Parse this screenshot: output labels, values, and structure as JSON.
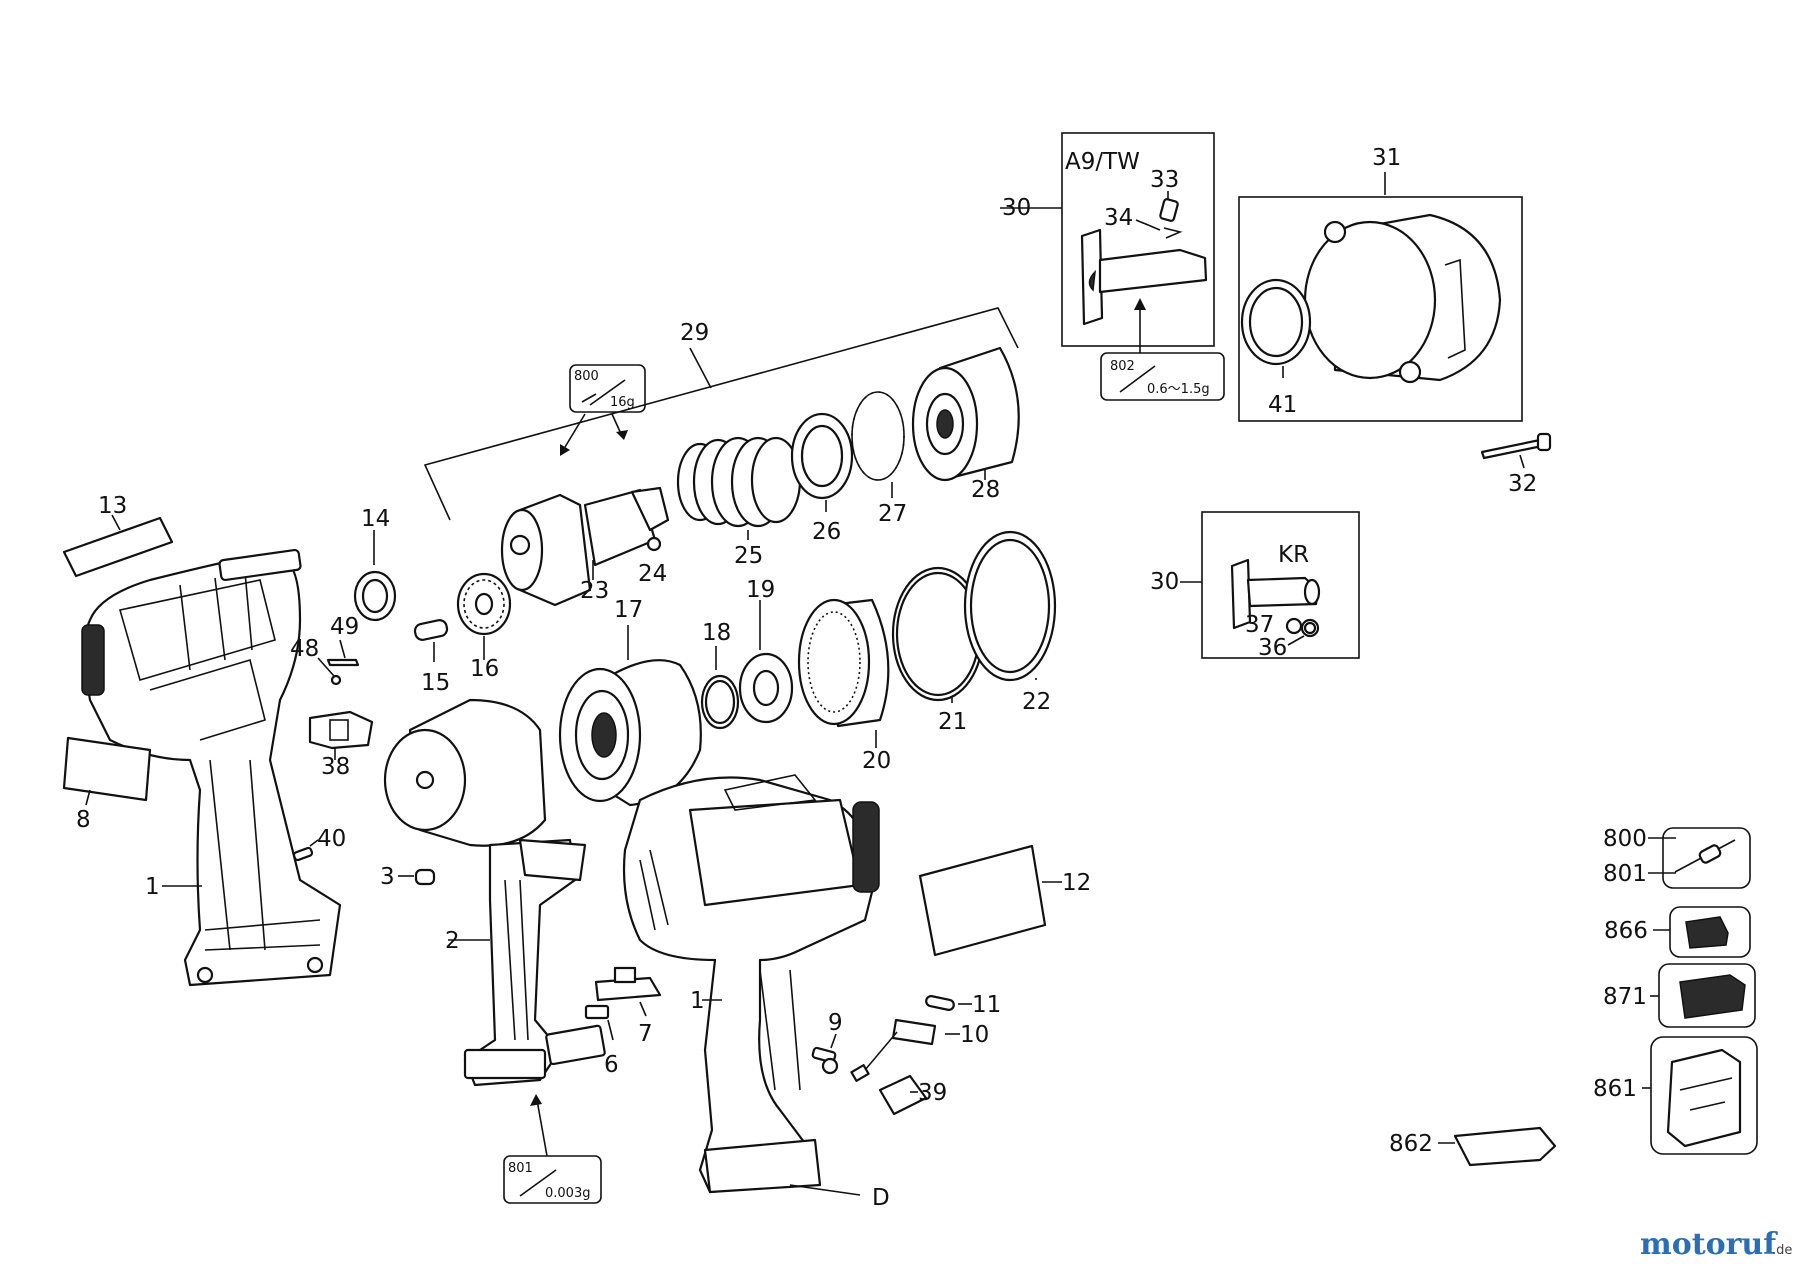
{
  "callouts": {
    "c1a": "1",
    "c1b": "1",
    "c2": "2",
    "c3": "3",
    "c6": "6",
    "c7": "7",
    "c8": "8",
    "c9": "9",
    "c10": "10",
    "c11": "11",
    "c12": "12",
    "c13": "13",
    "c14": "14",
    "c15": "15",
    "c16": "16",
    "c17": "17",
    "c18": "18",
    "c19": "19",
    "c20": "20",
    "c21": "21",
    "c22": "22",
    "c23": "23",
    "c24": "24",
    "c25": "25",
    "c26": "26",
    "c27": "27",
    "c28": "28",
    "c29": "29",
    "c30a": "30",
    "c30b": "30",
    "c31": "31",
    "c32": "32",
    "c33": "33",
    "c34": "34",
    "c36": "36",
    "c37": "37",
    "c38": "38",
    "c39": "39",
    "c40": "40",
    "c41": "41",
    "c48": "48",
    "c49": "49",
    "c800": "800",
    "c801": "801",
    "c866": "866",
    "c871": "871",
    "c861": "861",
    "c862": "862",
    "cD": "D"
  },
  "variants": {
    "a9tw": "A9/TW",
    "kr": "KR"
  },
  "grease": {
    "g800": {
      "code": "800",
      "amount": "16g"
    },
    "g802": {
      "code": "802",
      "amount": "0.6～1.5g"
    },
    "g801": {
      "code": "801",
      "amount": "0.003g"
    }
  },
  "watermark": {
    "brand": "motoruf",
    "tld": ".de"
  },
  "colors": {
    "ink": "#111111",
    "watermark_m": "#2a6fb5",
    "watermark_o": "#d9342b"
  }
}
